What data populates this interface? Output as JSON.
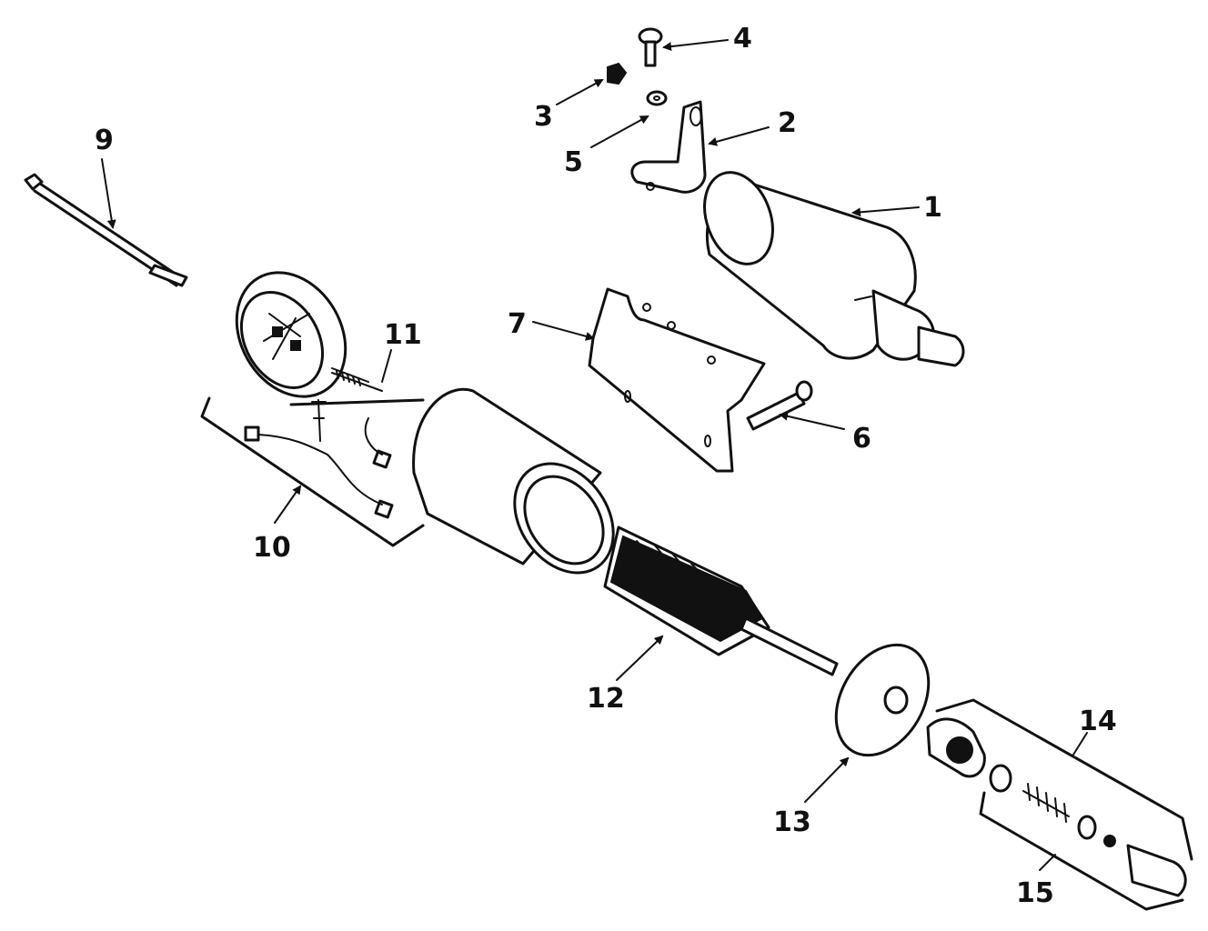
{
  "diagram": {
    "callouts": {
      "c1": "1",
      "c2": "2",
      "c3": "3",
      "c4": "4",
      "c5": "5",
      "c6": "6",
      "c7": "7",
      "c9": "9",
      "c10": "10",
      "c11": "11",
      "c12": "12",
      "c13": "13",
      "c14": "14",
      "c15": "15"
    }
  }
}
